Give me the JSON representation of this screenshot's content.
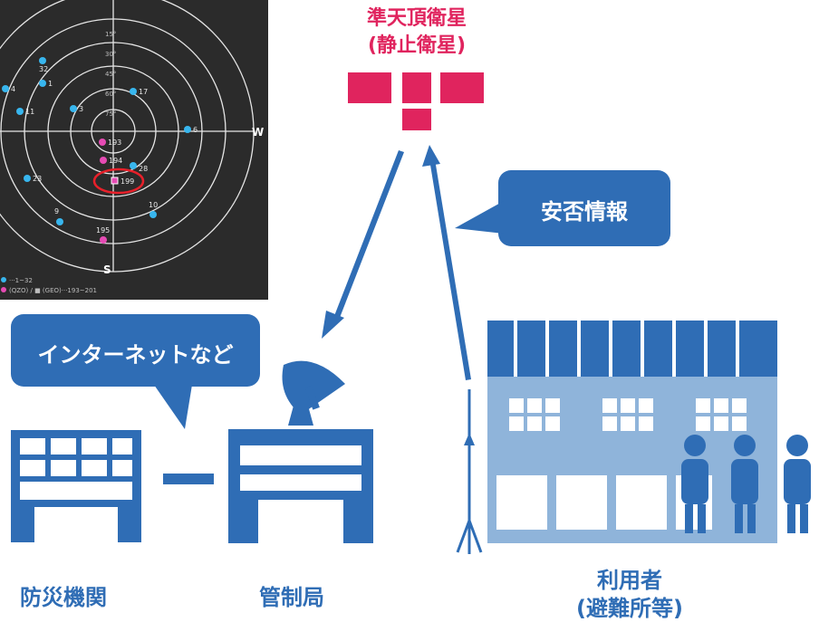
{
  "satellite": {
    "title_line1": "準天頂衛星",
    "title_line2": "(静止衛星)"
  },
  "skyplot": {
    "elevations": [
      "15°",
      "30°",
      "45°",
      "60°",
      "75°"
    ],
    "west_label": "W",
    "south_label": "S",
    "satellites": [
      {
        "id": "32",
        "type": "gps"
      },
      {
        "id": "1",
        "type": "gps"
      },
      {
        "id": "4",
        "type": "gps"
      },
      {
        "id": "17",
        "type": "gps"
      },
      {
        "id": "11",
        "type": "gps"
      },
      {
        "id": "3",
        "type": "gps"
      },
      {
        "id": "6",
        "type": "gps"
      },
      {
        "id": "193",
        "type": "qzo"
      },
      {
        "id": "194",
        "type": "qzo"
      },
      {
        "id": "28",
        "type": "gps"
      },
      {
        "id": "23",
        "type": "gps"
      },
      {
        "id": "199",
        "type": "geo"
      },
      {
        "id": "10",
        "type": "gps"
      },
      {
        "id": "9",
        "type": "gps"
      },
      {
        "id": "195",
        "type": "qzo"
      }
    ],
    "legend_gps": "···1~32",
    "legend_qz": "(QZO) / ■ (GEO)···193~201"
  },
  "bubbles": {
    "safety": "安否情報",
    "internet": "インターネットなど"
  },
  "labels": {
    "disaster_agency": "防災機関",
    "control_station": "管制局",
    "users_line1": "利用者",
    "users_line2": "(避難所等)"
  },
  "colors": {
    "accent_pink": "#e0245e",
    "primary_blue": "#2f6db5",
    "light_blue": "#8fb4da",
    "skyplot_bg": "#2b2b2b",
    "gps_dot": "#38b6ee",
    "qzs_dot": "#e64bb4",
    "highlight": "#e8202a"
  }
}
